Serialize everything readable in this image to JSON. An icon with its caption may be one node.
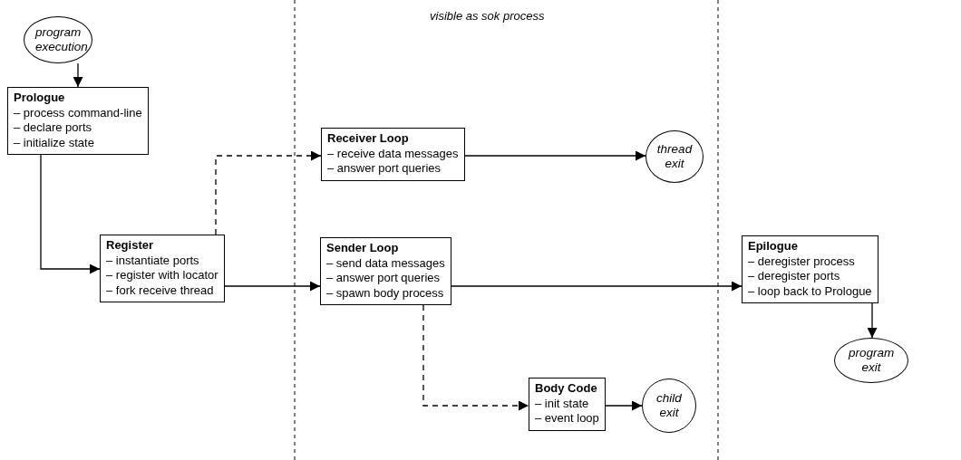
{
  "diagram": {
    "nodes": [
      {
        "text": [
          "program execution"
        ]
      },
      {
        "text": [
          "Prologue",
          "– process command-line",
          "– declare ports",
          "– initialize state"
        ]
      },
      {
        "text": [
          "Register",
          "– instantiate ports",
          "– register with locator",
          "– fork receive thread"
        ]
      },
      {
        "text": [
          "Receiver Loop",
          "– receive data messages",
          "– answer port queries"
        ]
      },
      {
        "text": [
          "thread exit"
        ]
      },
      {
        "text": [
          "Sender Loop",
          "– send data messages",
          "– answer port queries",
          "– spawn body process"
        ]
      },
      {
        "text": [
          "Epilogue",
          "– deregister process",
          "– deregister ports",
          "– loop back to Prologue"
        ]
      },
      {
        "text": [
          "Body Code",
          "– init state",
          "– event loop"
        ]
      },
      {
        "text": [
          "child exit"
        ]
      },
      {
        "text": [
          "program exit"
        ]
      }
    ],
    "edges": [
      {
        "from": 0,
        "to": 1,
        "arrow": "to"
      },
      {
        "from": 1,
        "to": 2,
        "arrow": "to"
      },
      {
        "from": 2,
        "to": 3,
        "arrow": "to",
        "style": "dashed"
      },
      {
        "from": 3,
        "to": 4,
        "arrow": "to"
      },
      {
        "from": 2,
        "to": 5,
        "arrow": "to"
      },
      {
        "from": 5,
        "to": 6,
        "arrow": "to"
      },
      {
        "from": 5,
        "to": 7,
        "arrow": "to",
        "style": "dashed"
      },
      {
        "from": 7,
        "to": 8,
        "arrow": "to"
      },
      {
        "from": 6,
        "to": 9,
        "arrow": "to"
      }
    ],
    "labels": [
      "visible as sok process"
    ]
  }
}
